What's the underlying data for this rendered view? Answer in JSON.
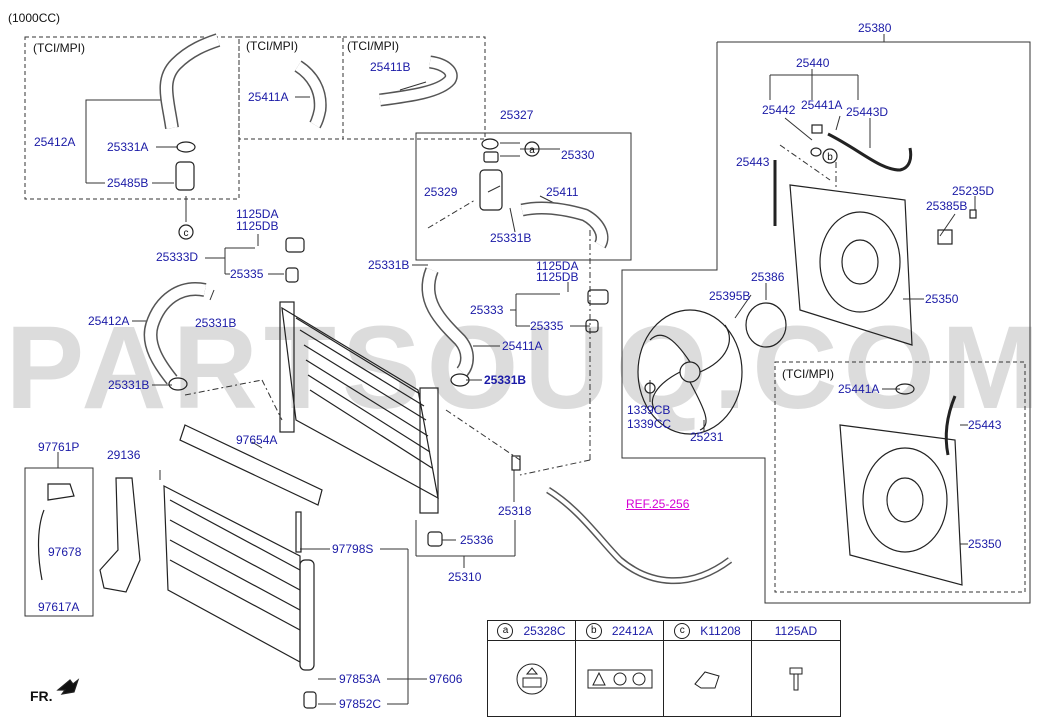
{
  "watermark": "PARTSOUQ.COM",
  "header": {
    "engine": "(1000CC)"
  },
  "groups": {
    "tci_mpi": "(TCI/MPI)"
  },
  "refs": {
    "ref_25256": "REF.25-256",
    "fr": "FR."
  },
  "labels": {
    "p25412A": "25412A",
    "p25331A": "25331A",
    "p25485B": "25485B",
    "p25411A": "25411A",
    "p25411B": "25411B",
    "p25327": "25327",
    "p25330": "25330",
    "p25329": "25329",
    "p25411": "25411",
    "p25331B": "25331B",
    "p1125DA": "1125DA",
    "p1125DB": "1125DB",
    "p25333D": "25333D",
    "p25335": "25335",
    "p25333": "25333",
    "p25318": "25318",
    "p25336": "25336",
    "p25310": "25310",
    "p97761P": "97761P",
    "p97678": "97678",
    "p97617A": "97617A",
    "p29136": "29136",
    "p97654A": "97654A",
    "p97798S": "97798S",
    "p97853A": "97853A",
    "p97606": "97606",
    "p97852C": "97852C",
    "p25380": "25380",
    "p25440": "25440",
    "p25442": "25442",
    "p25441A": "25441A",
    "p25443D": "25443D",
    "p25443": "25443",
    "p25235D": "25235D",
    "p25385B": "25385B",
    "p25386": "25386",
    "p25395B": "25395B",
    "p25350": "25350",
    "p1339CB": "1339CB",
    "p1339CC": "1339CC",
    "p25231": "25231"
  },
  "callouts": {
    "a": "a",
    "b": "b",
    "c": "c"
  },
  "legend": [
    {
      "key": "a",
      "part": "25328C"
    },
    {
      "key": "b",
      "part": "22412A"
    },
    {
      "key": "c",
      "part": "K11208"
    },
    {
      "key": "",
      "part": "1125AD"
    }
  ]
}
